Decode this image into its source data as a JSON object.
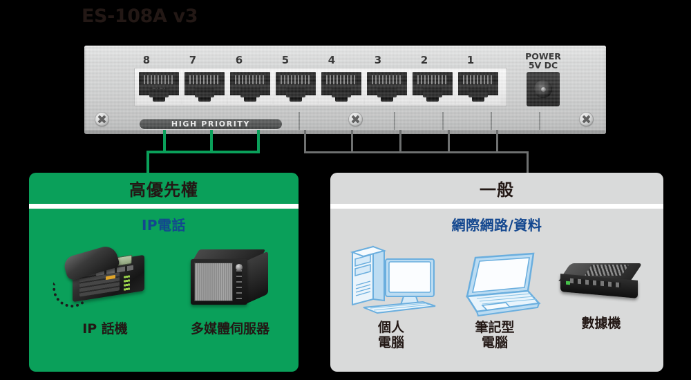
{
  "title": "ES-108A v3",
  "switch": {
    "ports": [
      {
        "number": "8",
        "group": "high-priority",
        "label": "GIGI"
      },
      {
        "number": "7",
        "group": "high-priority",
        "label": ""
      },
      {
        "number": "6",
        "group": "high-priority",
        "label": ""
      },
      {
        "number": "5",
        "group": "normal",
        "label": ""
      },
      {
        "number": "4",
        "group": "normal",
        "label": ""
      },
      {
        "number": "3",
        "group": "normal",
        "label": ""
      },
      {
        "number": "2",
        "group": "normal",
        "label": ""
      },
      {
        "number": "1",
        "group": "normal",
        "label": ""
      }
    ],
    "power_label_line1": "POWER",
    "power_label_line2": "5V DC",
    "high_priority_badge": "HIGH PRIORITY"
  },
  "panels": {
    "high_priority": {
      "heading": "高優先權",
      "subheading": "IP電話",
      "accent_color": "#0aa05a",
      "devices": [
        {
          "icon": "ip-phone-icon",
          "caption": "IP 話機"
        },
        {
          "icon": "nas-server-icon",
          "caption": "多媒體伺服器"
        }
      ]
    },
    "normal": {
      "heading": "一般",
      "subheading": "網際網路/資料",
      "accent_color": "#d9dada",
      "devices": [
        {
          "icon": "desktop-pc-icon",
          "caption": "個人\n電腦"
        },
        {
          "icon": "laptop-icon",
          "caption": "筆記型\n電腦"
        },
        {
          "icon": "modem-icon",
          "caption": "數據機"
        }
      ]
    }
  },
  "colors": {
    "background": "#000000",
    "green": "#0aa05a",
    "gray": "#d9dada",
    "blue_text": "#13478f",
    "dark_text": "#231815",
    "connector_green": "#0aa05a",
    "connector_gray": "#6e7070"
  }
}
